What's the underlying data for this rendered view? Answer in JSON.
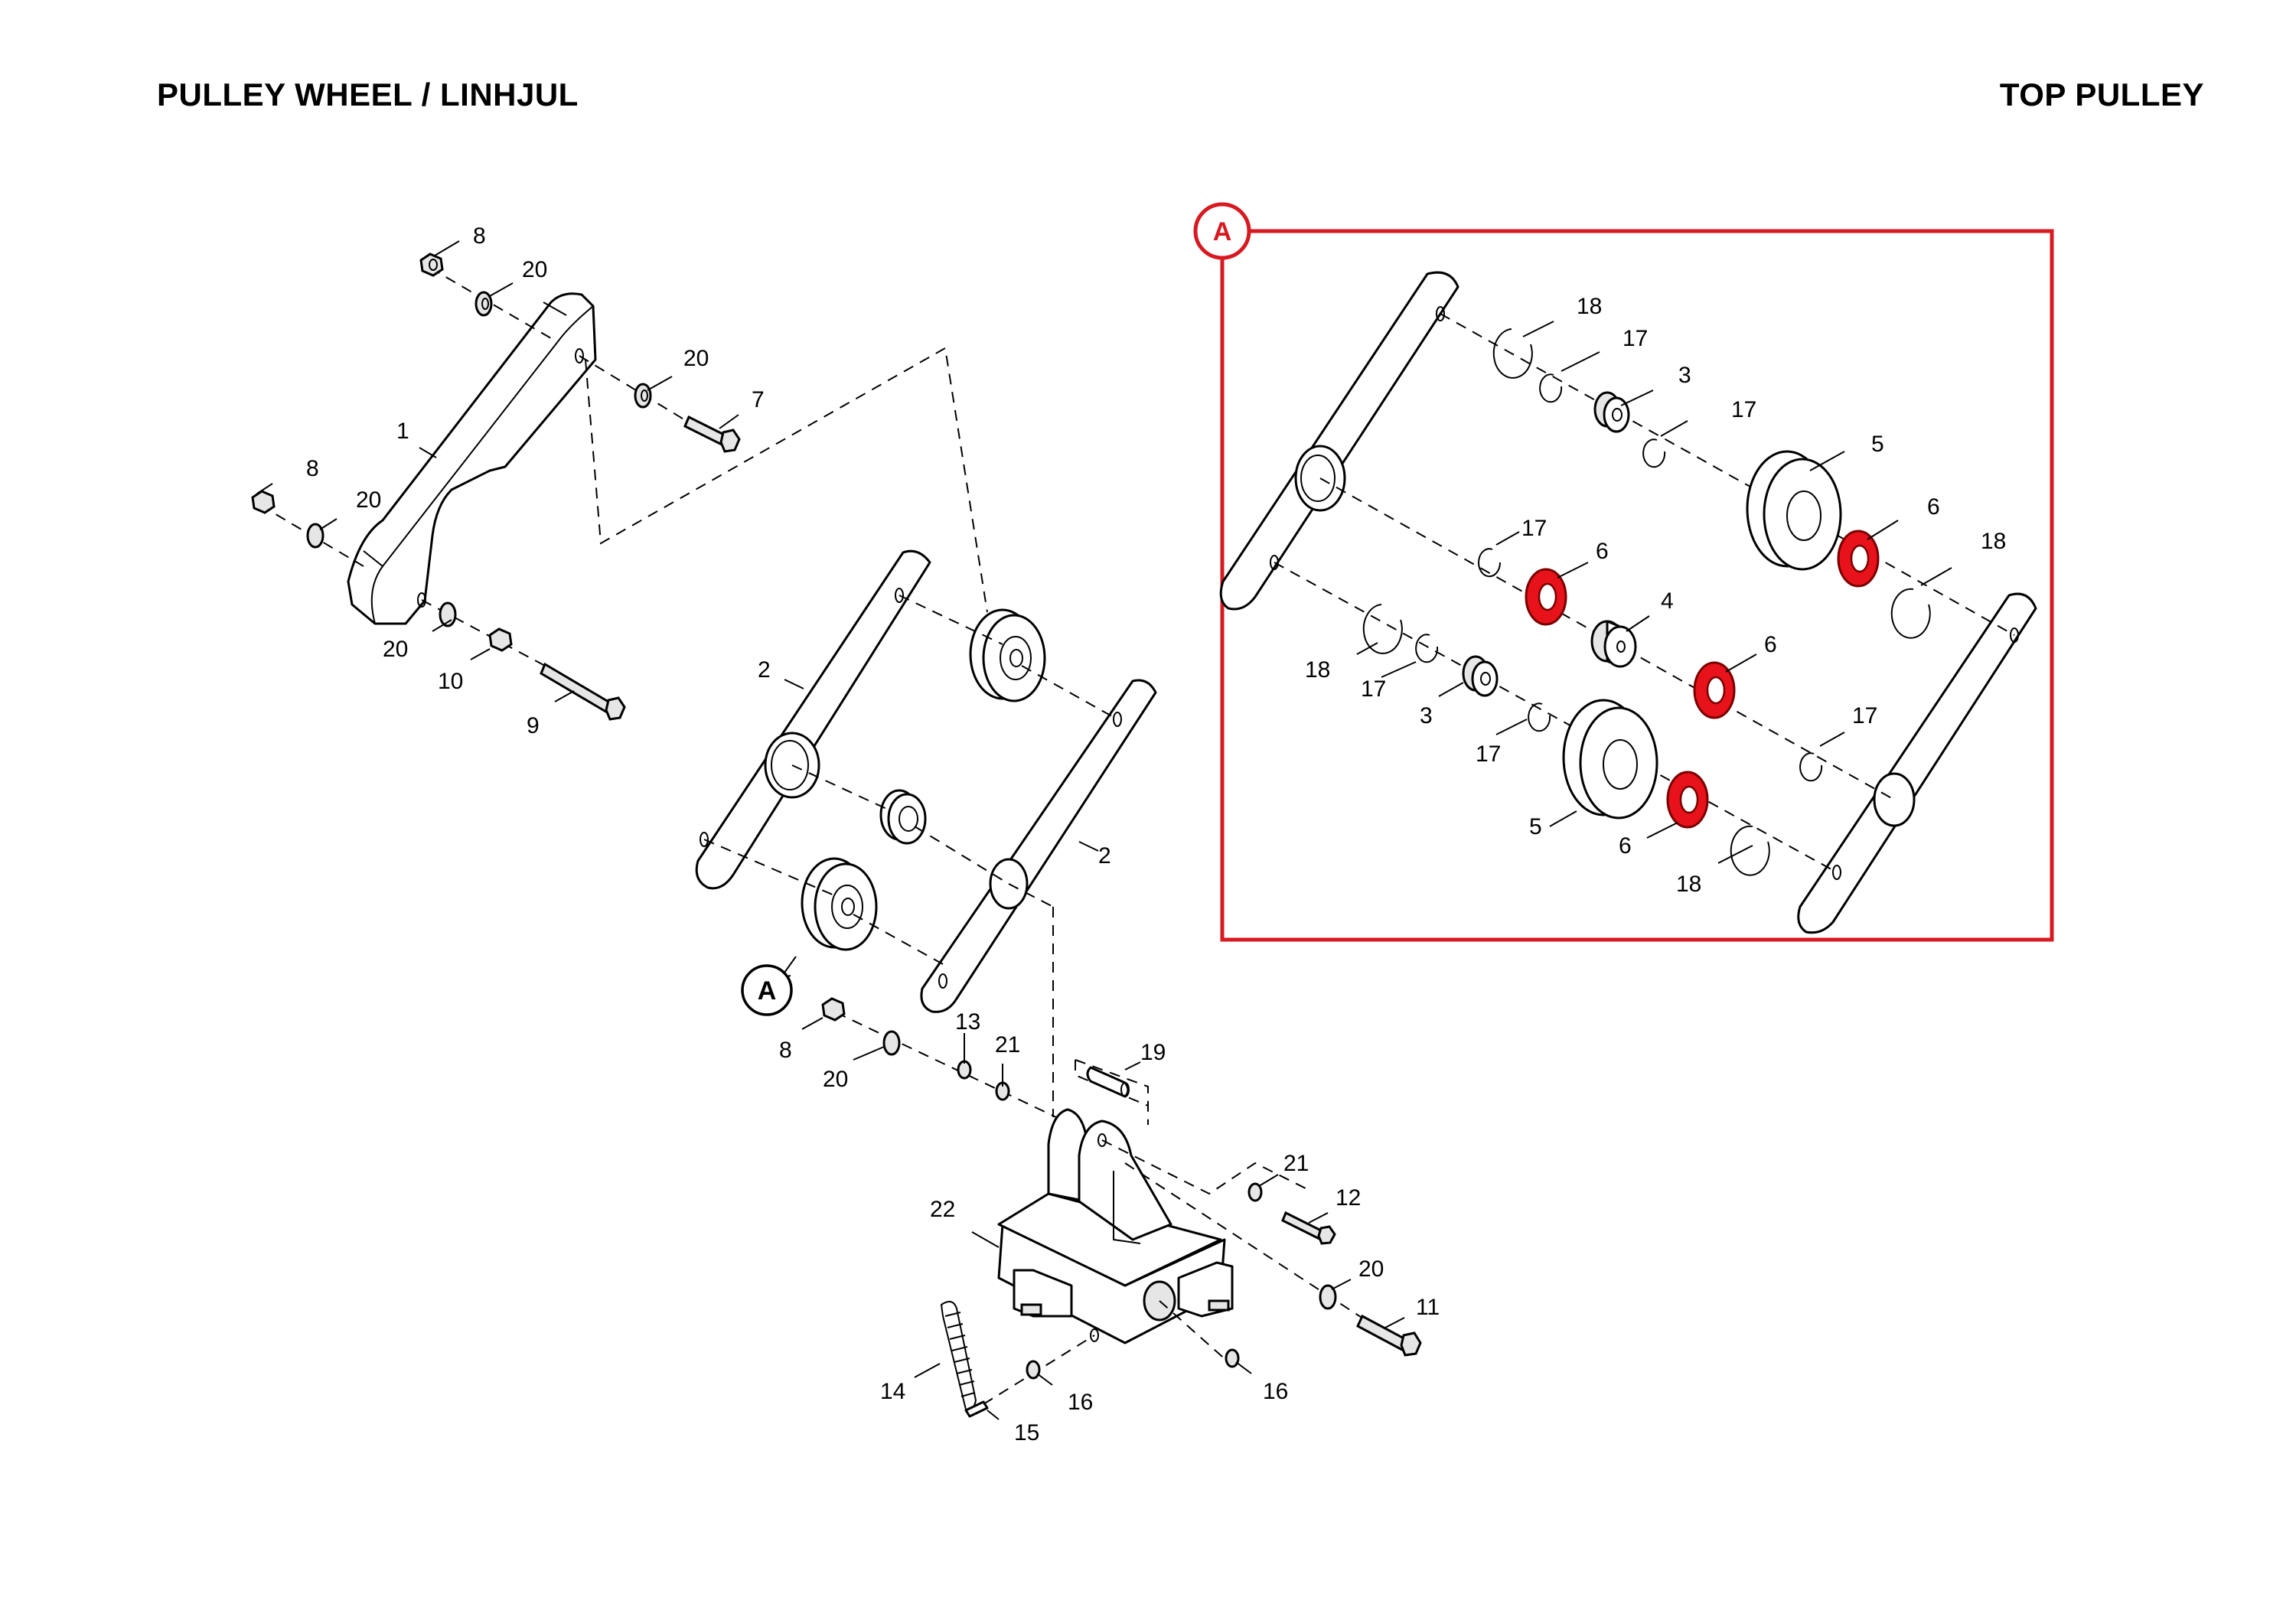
{
  "header": {
    "title_left": "PULLEY WHEEL / LINHJUL",
    "title_right": "TOP PULLEY"
  },
  "colors": {
    "detail_frame": "#d71920",
    "highlighted_part": "#e8121b",
    "line": "#000000",
    "background": "#ffffff"
  },
  "main_view": {
    "reference_marker": "A",
    "callouts": {
      "c1": "1",
      "c2a": "2",
      "c2b": "2",
      "c7": "7",
      "c8a": "8",
      "c8b": "8",
      "c8c": "8",
      "c9": "9",
      "c10": "10",
      "c11": "11",
      "c12": "12",
      "c13": "13",
      "c14": "14",
      "c15": "15",
      "c16a": "16",
      "c16b": "16",
      "c19": "19",
      "c20a": "20",
      "c20b": "20",
      "c20c": "20",
      "c20d": "20",
      "c20e": "20",
      "c20f": "20",
      "c21a": "21",
      "c21b": "21",
      "c22": "22"
    }
  },
  "detail_view": {
    "marker": "A",
    "highlighted_part_number": "6",
    "callouts": {
      "c18a": "18",
      "c17a": "17",
      "c3a": "3",
      "c17b": "17",
      "c5a": "5",
      "c6a": "6",
      "c18b": "18",
      "c17c": "17",
      "c6b": "6",
      "c4": "4",
      "c6c": "6",
      "c18c": "18",
      "c17d": "17",
      "c3b": "3",
      "c17e": "17",
      "c5b": "5",
      "c6d": "6",
      "c18d": "18",
      "c17f": "17"
    }
  }
}
